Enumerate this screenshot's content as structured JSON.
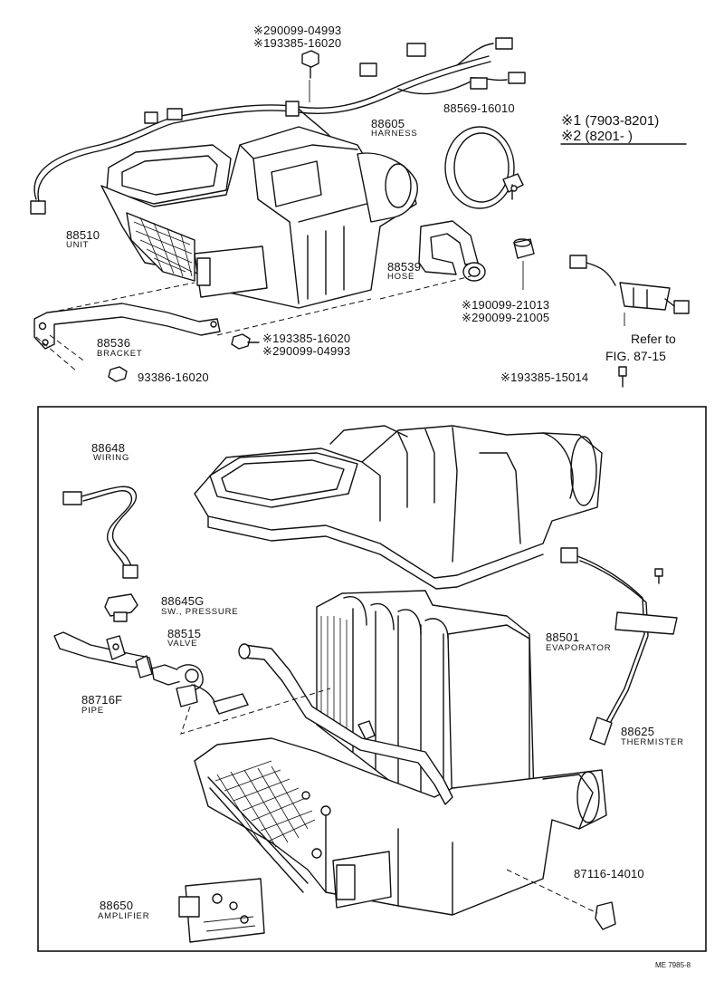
{
  "upper": {
    "bolt_top": {
      "line1": "※290099-04993",
      "line2": "※193385-16020"
    },
    "harness": {
      "number": "88605",
      "name": "HARNESS"
    },
    "band": {
      "number": "88569-16010"
    },
    "unit": {
      "number": "88510",
      "name": "UNIT"
    },
    "hose": {
      "number": "88539",
      "name": "HOSE"
    },
    "grommet": {
      "line1": "※190099-21013",
      "line2": "※290099-21005"
    },
    "bolt_mid": {
      "line1": "※193385-16020",
      "line2": "※290099-04993"
    },
    "bracket": {
      "number": "88536",
      "name": "BRACKET"
    },
    "bolt_bracket": {
      "number": "93386-16020"
    },
    "refer": {
      "line1": "Refer to",
      "line2": "FIG. 87-15"
    },
    "bolt_right": {
      "number": "※193385-15014"
    }
  },
  "legend": {
    "row1": {
      "mark": "※1",
      "text": "(7903-8201)"
    },
    "row2": {
      "mark": "※2",
      "text": "(8201-       )"
    }
  },
  "lower": {
    "wiring": {
      "number": "88648",
      "name": "WIRING"
    },
    "switch": {
      "number": "88645G",
      "name": "SW., PRESSURE"
    },
    "valve": {
      "number": "88515",
      "name": "VALVE"
    },
    "pipe": {
      "number": "88716F",
      "name": "PIPE"
    },
    "evaporator": {
      "number": "88501",
      "name": "EVAPORATOR"
    },
    "thermister": {
      "number": "88625",
      "name": "THERMISTER"
    },
    "clip": {
      "number": "87116-14010"
    },
    "amplifier": {
      "number": "88650",
      "name": "AMPLIFIER"
    }
  },
  "footer": {
    "code": "ME 7985-8"
  }
}
